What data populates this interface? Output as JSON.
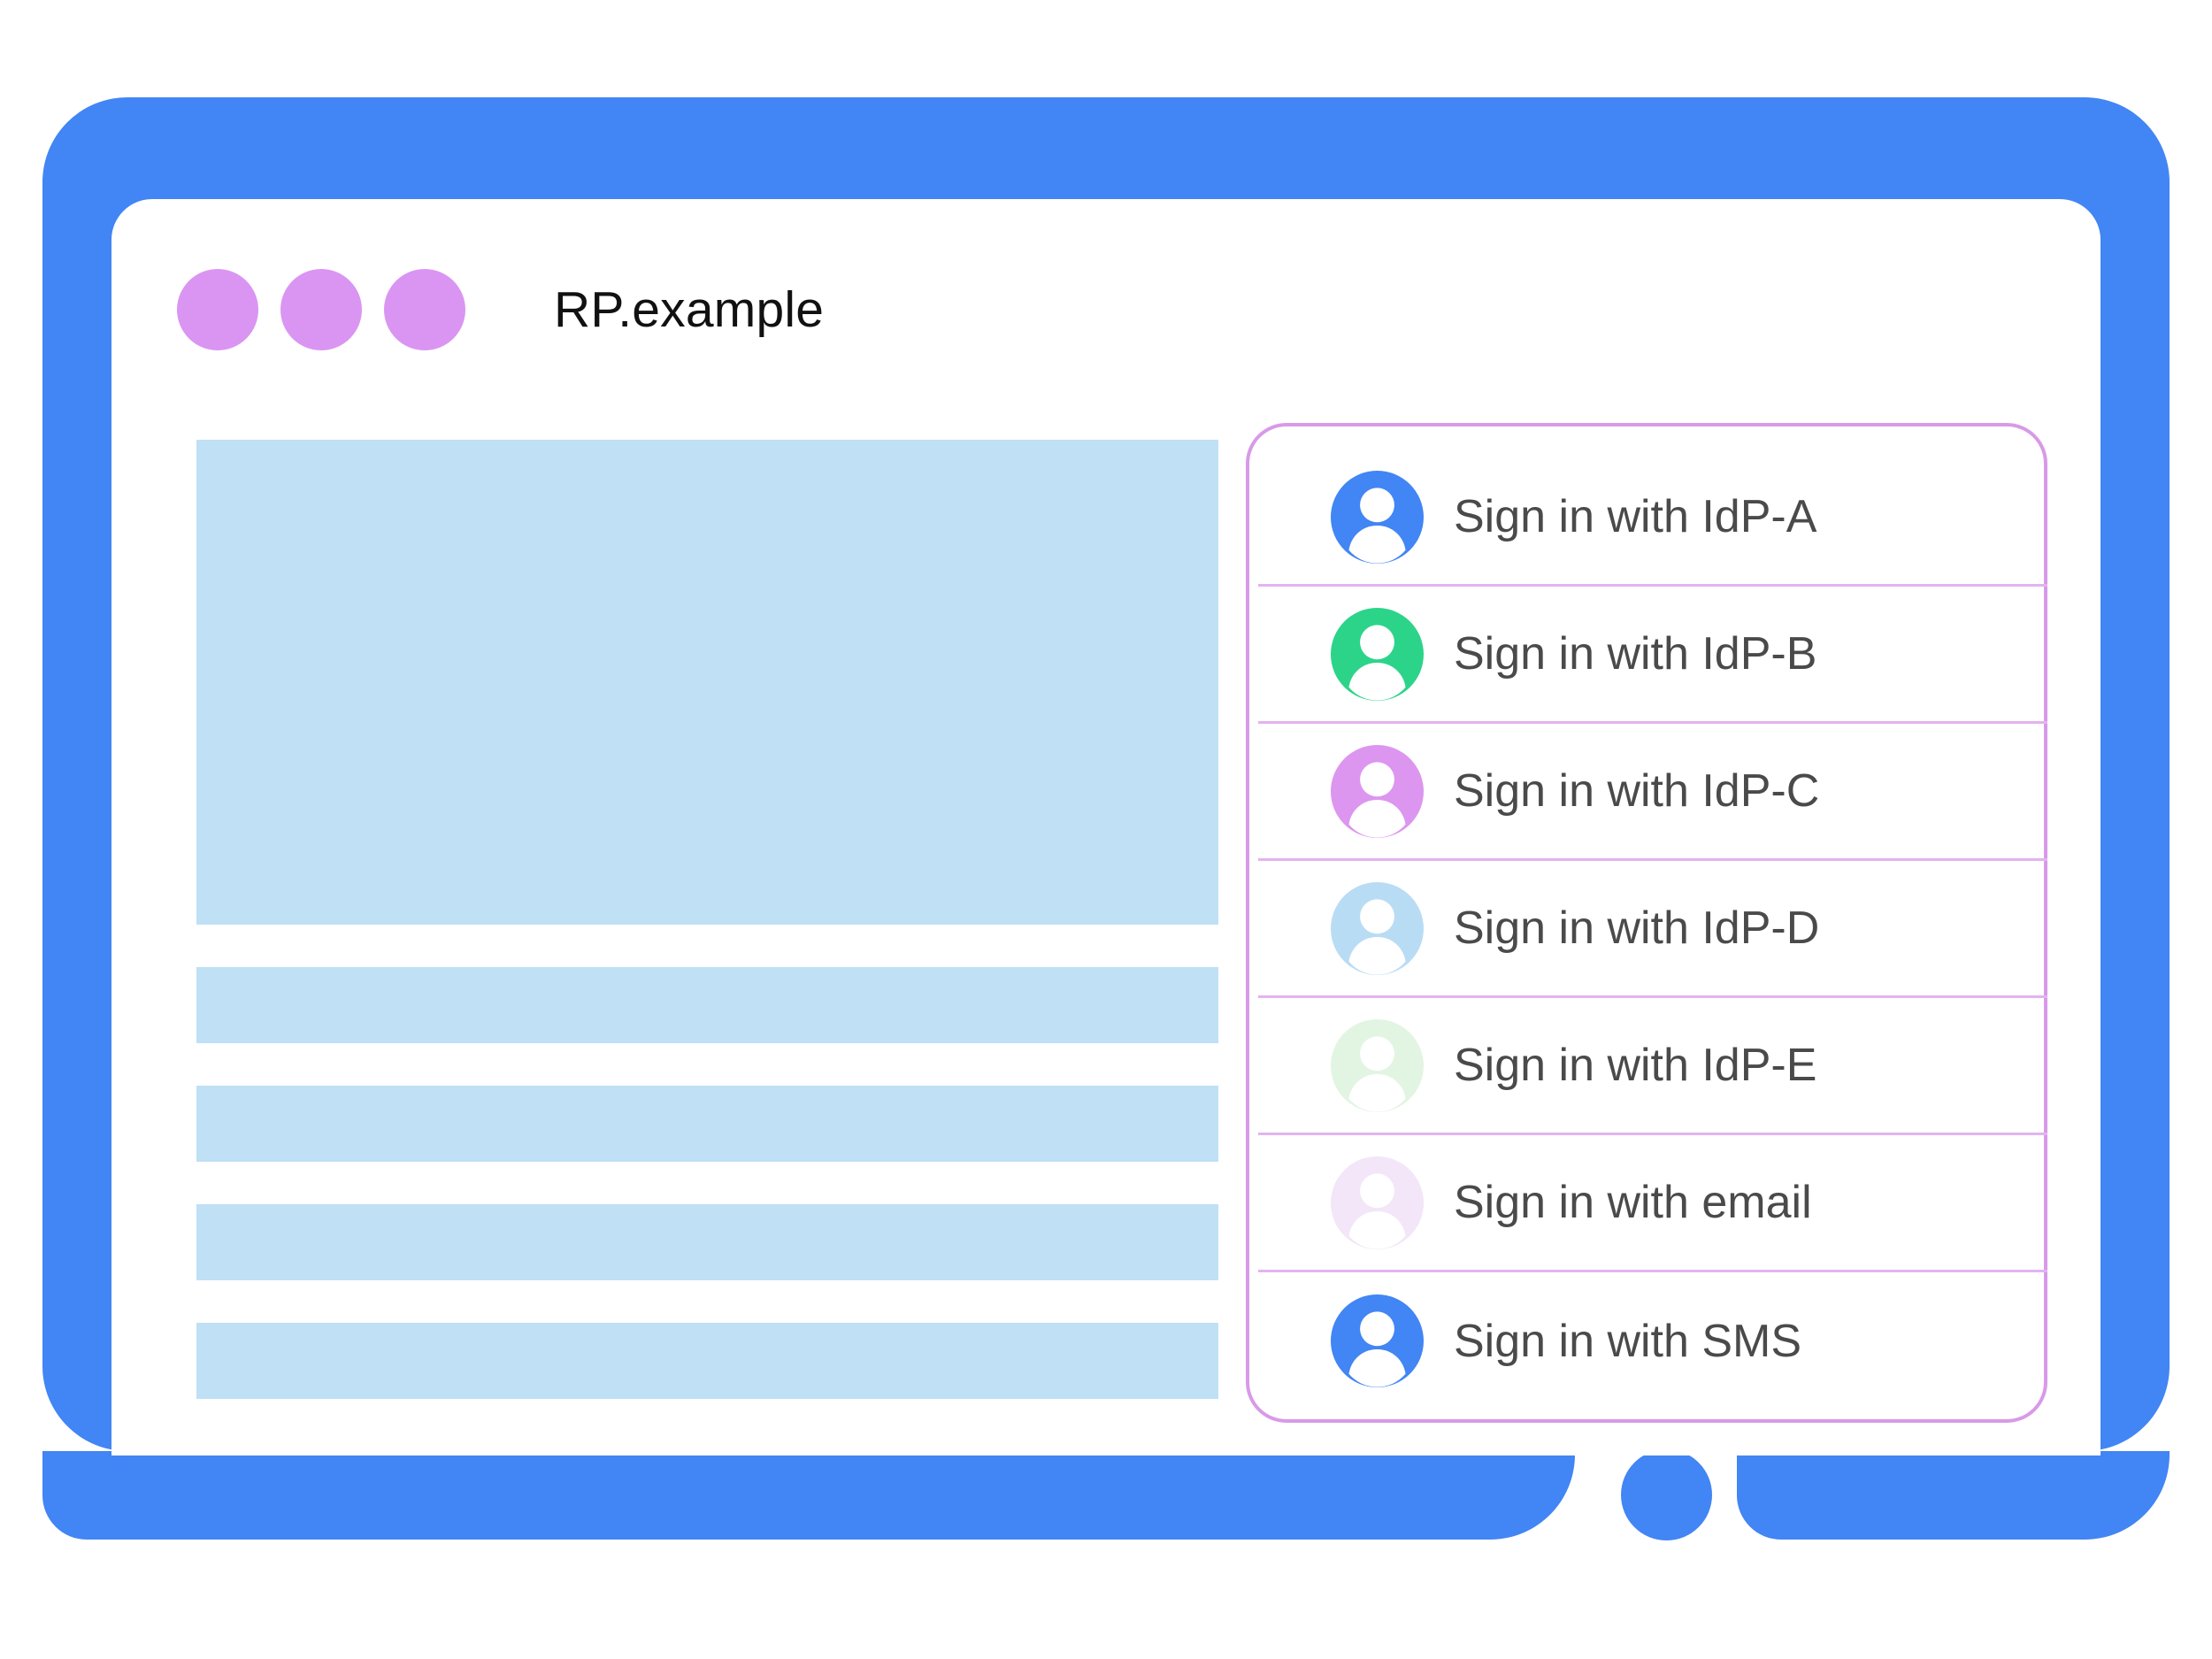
{
  "window": {
    "title": "RP.example",
    "frame_color": "#4285f4",
    "dot_color": "#da95f2",
    "title_dots": [
      "dot-1",
      "dot-2",
      "dot-3"
    ]
  },
  "content_skeleton": {
    "placeholder_color": "#bfe0f5",
    "blocks": [
      "hero-block",
      "line-1",
      "line-2",
      "line-3",
      "line-4"
    ]
  },
  "account_panel": {
    "border_color": "#d89ae8",
    "divider_color": "#e3b3f0",
    "label_color": "#4a4a4a",
    "items": [
      {
        "label": "Sign in with IdP-A",
        "icon": "account-avatar-icon",
        "avatar_color": "#4285f4"
      },
      {
        "label": "Sign in with IdP-B",
        "icon": "account-avatar-icon",
        "avatar_color": "#2cd48a"
      },
      {
        "label": "Sign in with IdP-C",
        "icon": "account-avatar-icon",
        "avatar_color": "#dc96ef"
      },
      {
        "label": "Sign in with IdP-D",
        "icon": "account-avatar-icon",
        "avatar_color": "#b9dcf5"
      },
      {
        "label": "Sign in with IdP-E",
        "icon": "account-avatar-icon",
        "avatar_color": "#e2f5e2"
      },
      {
        "label": "Sign in with email",
        "icon": "account-avatar-icon",
        "avatar_color": "#f2e6f8"
      },
      {
        "label": "Sign in with SMS",
        "icon": "account-avatar-icon",
        "avatar_color": "#4285f4"
      }
    ]
  },
  "bottom_bar": {
    "home_button": "home-button"
  }
}
